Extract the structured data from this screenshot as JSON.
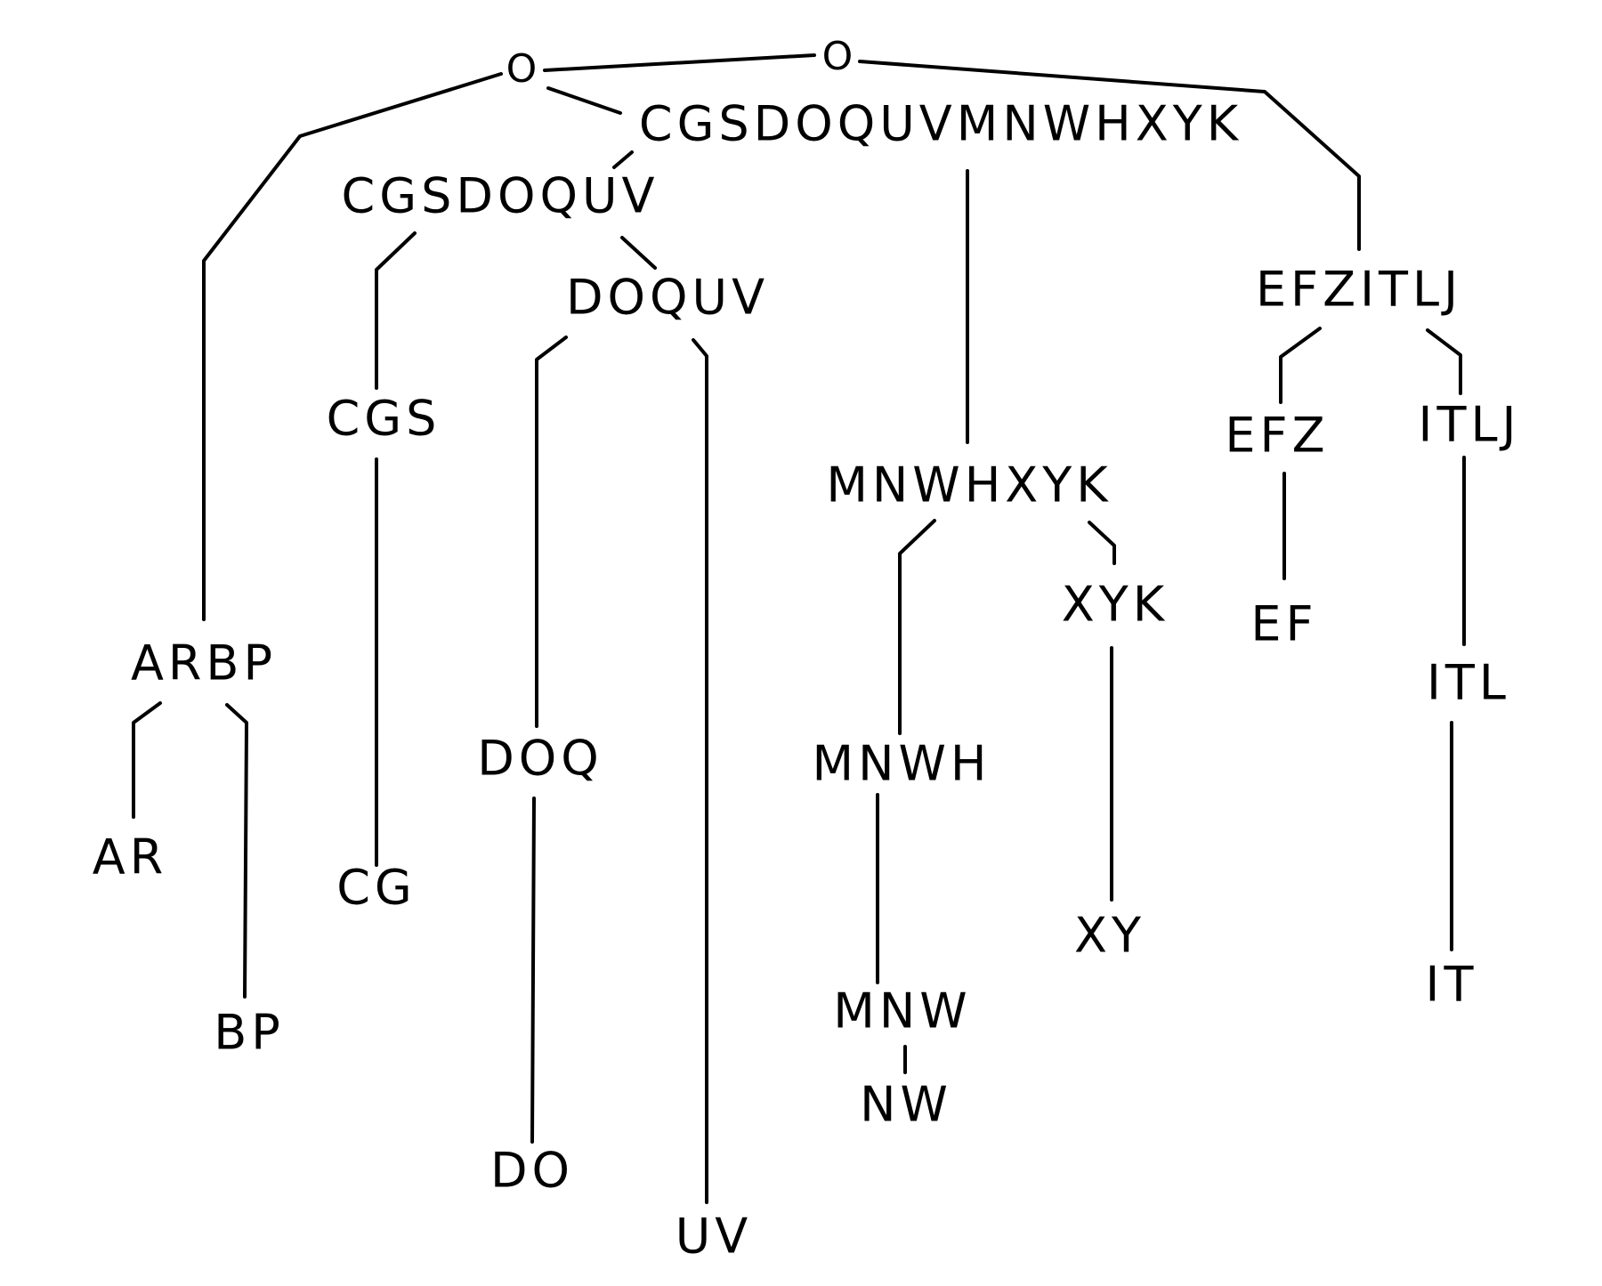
{
  "diagram": {
    "roots": [
      "O",
      "O"
    ],
    "nodes": {
      "cgsdoquvmnwhxyk": "CGSDOQUVMNWHXYK",
      "cgsdoquv": "CGSDOQUV",
      "doquv": "DOQUV",
      "cgs": "CGS",
      "cg": "CG",
      "doq": "DOQ",
      "do": "DO",
      "uv": "UV",
      "arbp": "ARBP",
      "ar": "AR",
      "bp": "BP",
      "mnwhxyk": "MNWHXYK",
      "mnwh": "MNWH",
      "mnw": "MNW",
      "nw": "NW",
      "xyk": "XYK",
      "xy": "XY",
      "efzitlj": "EFZITLJ",
      "efz": "EFZ",
      "ef": "EF",
      "itlj": "ITLJ",
      "itl": "ITL",
      "it": "IT"
    },
    "edges": [
      [
        "root1",
        "arbp"
      ],
      [
        "root1",
        "root2"
      ],
      [
        "root1",
        "cgsdoquvmnwhxyk"
      ],
      [
        "root2",
        "efzitlj"
      ],
      [
        "cgsdoquvmnwhxyk",
        "cgsdoquv"
      ],
      [
        "cgsdoquvmnwhxyk",
        "mnwhxyk"
      ],
      [
        "cgsdoquv",
        "cgs"
      ],
      [
        "cgsdoquv",
        "doquv"
      ],
      [
        "cgs",
        "cg"
      ],
      [
        "doquv",
        "doq"
      ],
      [
        "doquv",
        "uv"
      ],
      [
        "doq",
        "do"
      ],
      [
        "arbp",
        "ar"
      ],
      [
        "arbp",
        "bp"
      ],
      [
        "mnwhxyk",
        "mnwh"
      ],
      [
        "mnwhxyk",
        "xyk"
      ],
      [
        "mnwh",
        "mnw"
      ],
      [
        "mnw",
        "nw"
      ],
      [
        "xyk",
        "xy"
      ],
      [
        "efzitlj",
        "efz"
      ],
      [
        "efzitlj",
        "itlj"
      ],
      [
        "efz",
        "ef"
      ],
      [
        "itlj",
        "itl"
      ],
      [
        "itl",
        "it"
      ]
    ]
  }
}
